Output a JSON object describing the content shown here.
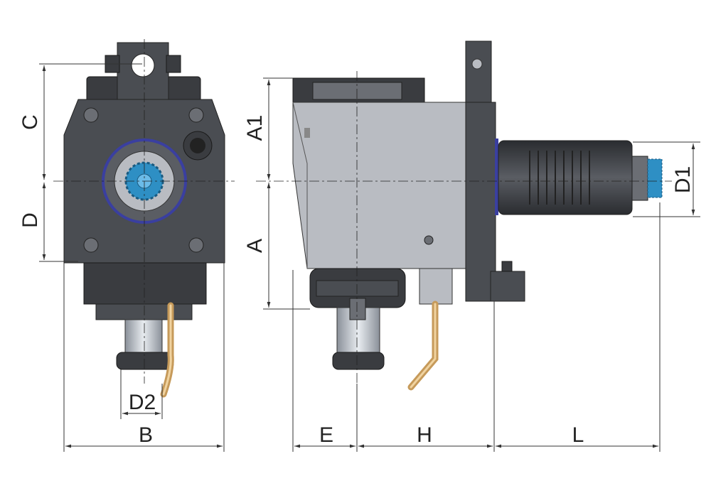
{
  "diagram": {
    "title": "Angled driven tool holder dimension drawing",
    "dimension_labels": {
      "C": "C",
      "D": "D",
      "B": "B",
      "D2": "D2",
      "A1": "A1",
      "A": "A",
      "D1": "D1",
      "E": "E",
      "H": "H",
      "L": "L"
    },
    "colors": {
      "body": "#4a4d52",
      "housing": "#b9bcc2",
      "spindle_accent": "#2e8fc4",
      "seal_ring": "#3a3fa0",
      "coolant_pipe": "#c69a5a"
    }
  }
}
